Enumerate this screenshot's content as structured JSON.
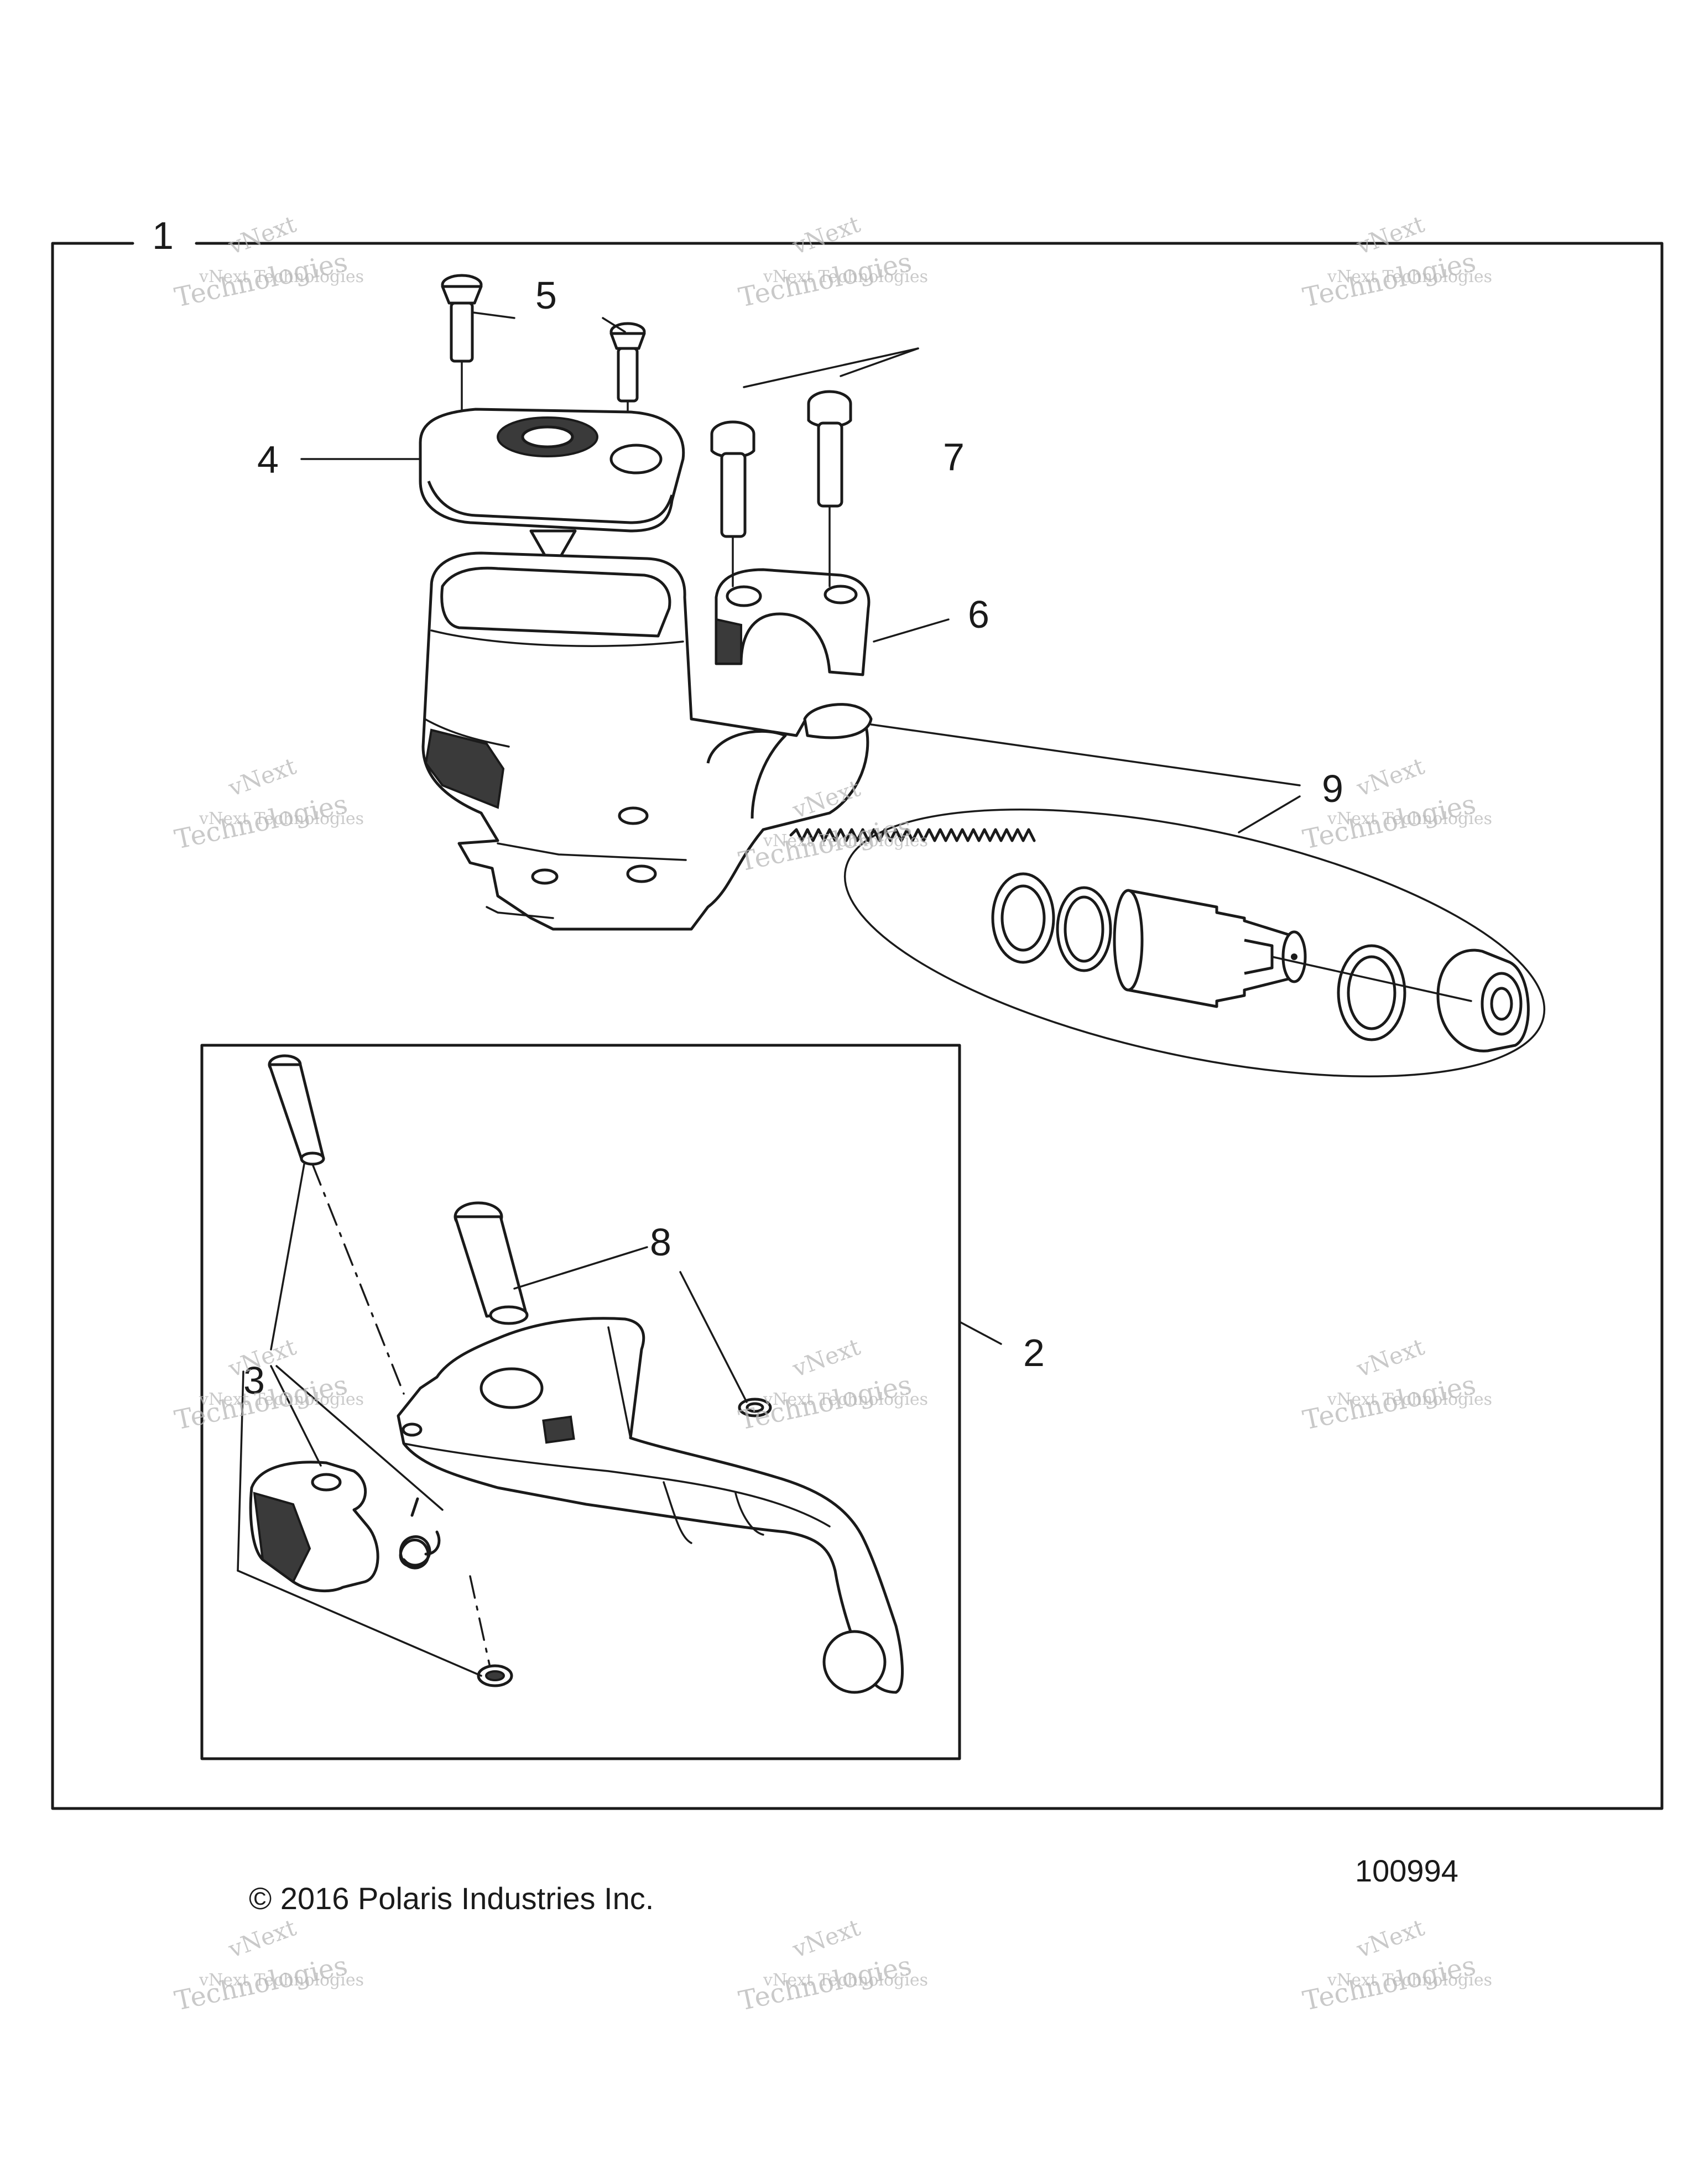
{
  "callouts": {
    "c1": "1",
    "c2": "2",
    "c3": "3",
    "c4": "4",
    "c5": "5",
    "c6": "6",
    "c7": "7",
    "c8": "8",
    "c9": "9"
  },
  "watermark": {
    "line1": "vNext Technologies",
    "line2": "Technologies",
    "line3": "vNext"
  },
  "footer": {
    "copyright": "© 2016 Polaris Industries Inc.",
    "figure_number": "100994"
  }
}
